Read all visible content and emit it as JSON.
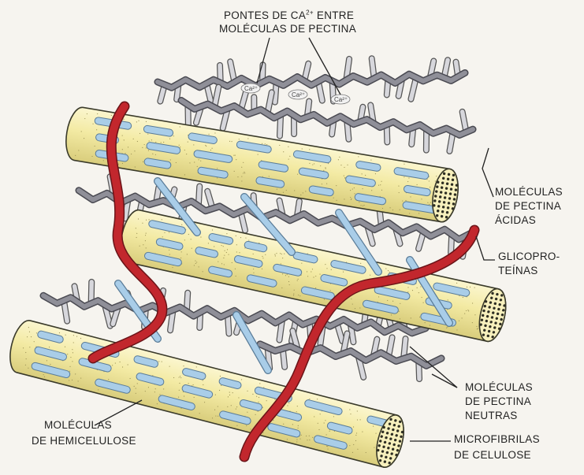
{
  "labels": {
    "pectin_bridges_line1_pre": "PONTES DE CA",
    "pectin_bridges_line1_sup": "2+",
    "pectin_bridges_line1_post": " ENTRE",
    "pectin_bridges_line2": "MOLÉCULAS DE PECTINA",
    "acidic_pectin_line1": "MOLÉCULAS",
    "acidic_pectin_line2": "DE PECTINA",
    "acidic_pectin_line3": "ÁCIDAS",
    "glycoproteins_line1": "GLICOPRO-",
    "glycoproteins_line2": "TEÍNAS",
    "neutral_pectin_line1": "MOLÉCULAS",
    "neutral_pectin_line2": "DE PECTINA",
    "neutral_pectin_line3": "NEUTRAS",
    "hemicellulose_line1": "MOLÉCULAS",
    "hemicellulose_line2": "DE HEMICELULOSE",
    "microfibrils_line1": "MICROFIBRILAS",
    "microfibrils_line2": "DE CELULOSE"
  },
  "ion_tags": [
    "Ca²⁺",
    "Ca²⁺",
    "Ca²⁺"
  ],
  "colors": {
    "cellulose_fill": "#f2eaa6",
    "cellulose_stroke": "#3a3a2a",
    "hemicellulose": "#a9cde8",
    "pectin": "#8f8f98",
    "pectin_light": "#d7d7dc",
    "glycoprotein": "#c2272d",
    "leader_line": "#222222"
  }
}
